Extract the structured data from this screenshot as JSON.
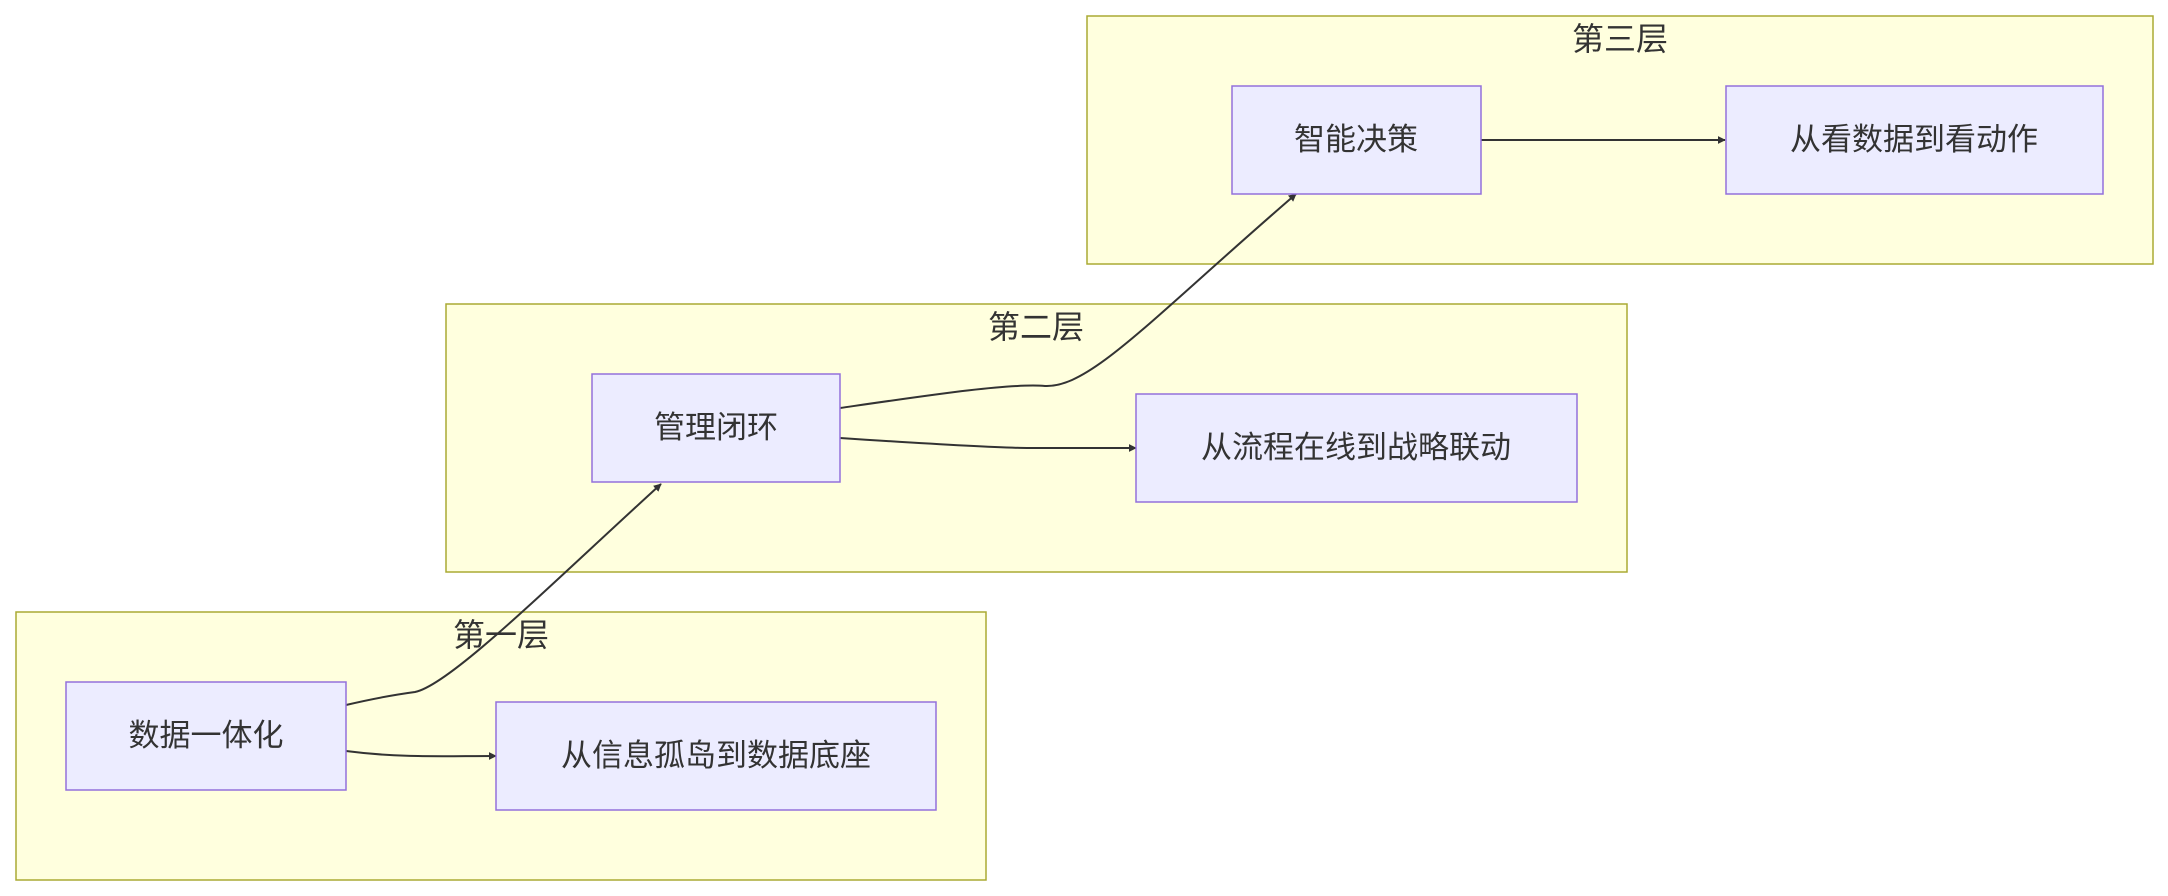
{
  "diagram": {
    "type": "flowchart",
    "colors": {
      "cluster_fill": "#ffffde",
      "cluster_border": "#aaaa33",
      "node_fill": "#ececff",
      "node_border": "#9370db",
      "edge": "#333333",
      "text": "#333333"
    },
    "clusters": [
      {
        "id": "layer3",
        "label": "第三层"
      },
      {
        "id": "layer2",
        "label": "第二层"
      },
      {
        "id": "layer1",
        "label": "第一层"
      }
    ],
    "nodes": [
      {
        "id": "decision",
        "cluster": "layer3",
        "label": "智能决策"
      },
      {
        "id": "see-action",
        "cluster": "layer3",
        "label": "从看数据到看动作"
      },
      {
        "id": "closed-loop",
        "cluster": "layer2",
        "label": "管理闭环"
      },
      {
        "id": "process-strategy",
        "cluster": "layer2",
        "label": "从流程在线到战略联动"
      },
      {
        "id": "data-integration",
        "cluster": "layer1",
        "label": "数据一体化"
      },
      {
        "id": "island-base",
        "cluster": "layer1",
        "label": "从信息孤岛到数据底座"
      }
    ],
    "edges": [
      {
        "from": "data-integration",
        "to": "island-base"
      },
      {
        "from": "data-integration",
        "to": "closed-loop"
      },
      {
        "from": "closed-loop",
        "to": "process-strategy"
      },
      {
        "from": "closed-loop",
        "to": "decision"
      },
      {
        "from": "decision",
        "to": "see-action"
      }
    ]
  }
}
